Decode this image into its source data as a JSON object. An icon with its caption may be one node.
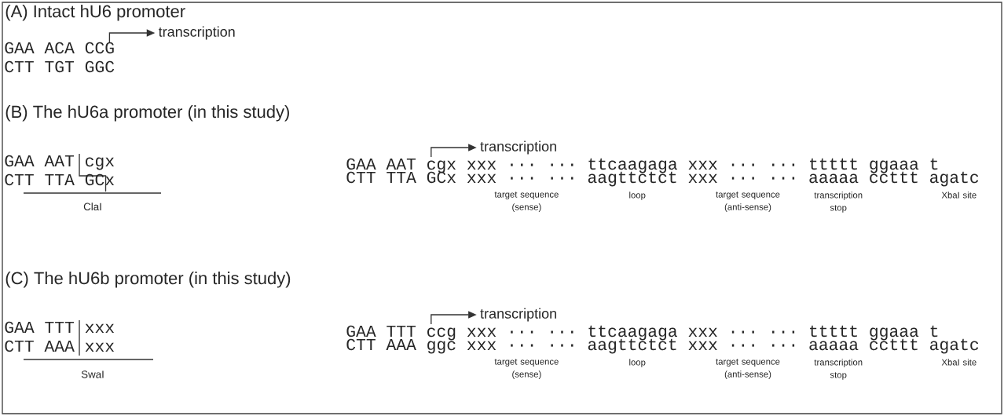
{
  "diagram": {
    "labels": [
      "(A) Intact hU6 promoter",
      "transcription",
      "GAA ACA CCG",
      "CTT TGT GGC",
      "(B) The hU6a promoter (in this study)",
      "transcription",
      "GAA AAT cgx",
      "GAA AAT cgx xxx ··· ··· ttcaagaga xxx ··· ··· ttttt ggaaa t",
      "CTT TTA GCx",
      "CTT TTA GCx xxx ··· ··· aagttctct xxx ··· ··· aaaaa ccttt agatc",
      "ClaI",
      "target sequence (sense)",
      "loop",
      "target sequence (anti-sense)",
      "transcription stop",
      "XbaI site",
      "(C) The hU6b promoter (in this study)",
      "transcription",
      "GAA TTT xxx",
      "GAA TTT ccg xxx ··· ··· ttcaagaga xxx ··· ··· ttttt ggaaa t",
      "CTT AAA xxx",
      "CTT AAA ggc xxx ··· ··· aagttctct xxx ··· ··· aaaaa ccttt agatc",
      "SwaI",
      "target sequence (sense)",
      "loop",
      "target sequence (anti-sense)",
      "transcription stop",
      "XbaI site"
    ]
  }
}
